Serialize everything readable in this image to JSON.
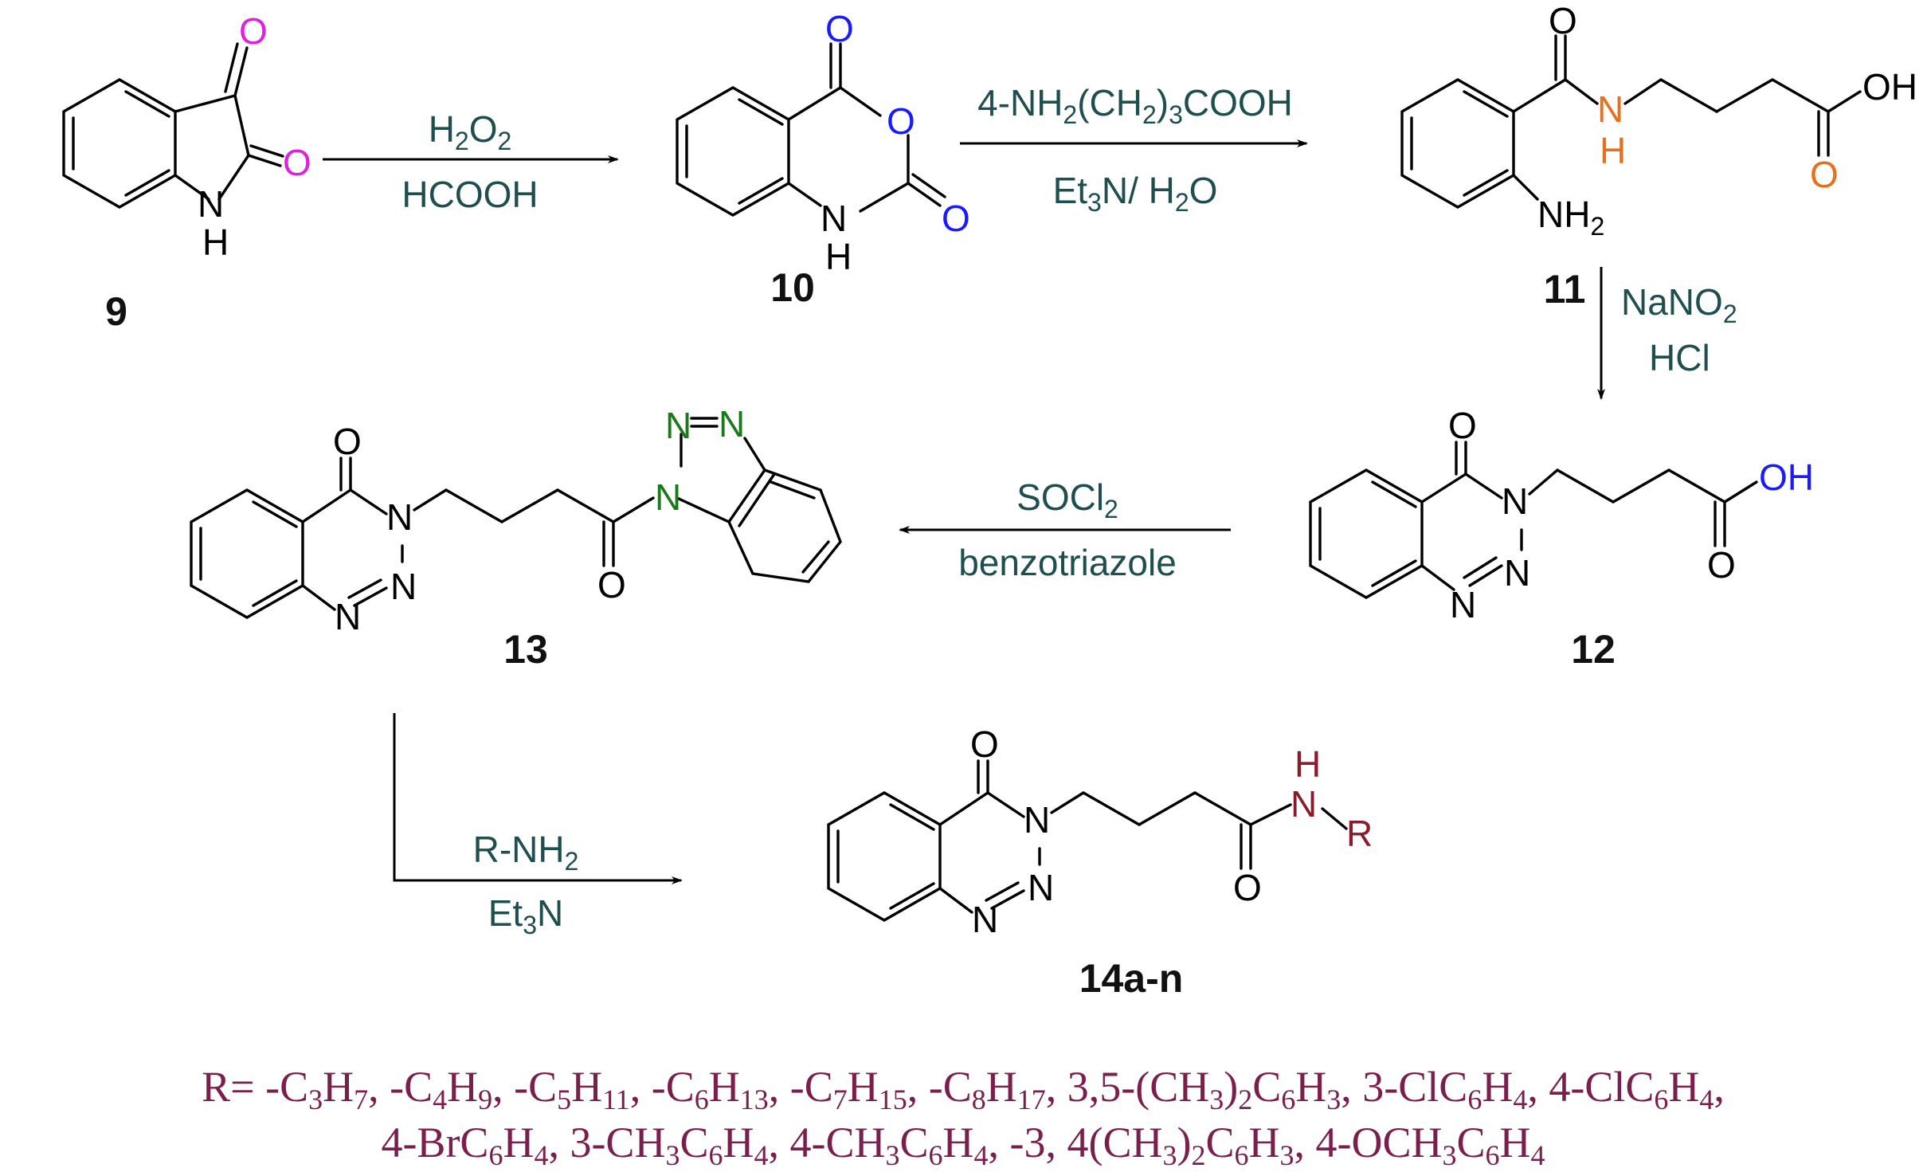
{
  "compounds": {
    "c9": {
      "label": "9"
    },
    "c10": {
      "label": "10"
    },
    "c11": {
      "label": "11"
    },
    "c12": {
      "label": "12"
    },
    "c13": {
      "label": "13"
    },
    "c14": {
      "label": "14a-n"
    }
  },
  "steps": {
    "s1": {
      "line1": "H2O2",
      "line2": "HCOOH"
    },
    "s2": {
      "line1": "4-NH2(CH2)3COOH",
      "line2": "Et3N/ H2O"
    },
    "s3": {
      "line1": "NaNO2",
      "line2": "HCl"
    },
    "s4": {
      "line1": "SOCl2",
      "line2": "benzotriazole"
    },
    "s5": {
      "line1": "R-NH2",
      "line2": "Et3N"
    }
  },
  "r_groups": {
    "line1": "R= -C3H7, -C4H9, -C5H11, -C6H13, -C7H15, -C8H17, 3,5-(CH3)2C6H3, 3-ClC6H4, 4-ClC6H4,",
    "line2": "4-BrC6H4, 3-CH3C6H4, 4-CH3C6H4, -3, 4(CH3)2C6H3, 4-OCH3C6H4"
  },
  "colors": {
    "magenta": "#e020e0",
    "blue": "#1a1aff",
    "orange": "#e8701a",
    "green": "#1a7a1a",
    "maroon": "#8b1a2a",
    "teal": "#1f4e4e",
    "r_text": "#7a1e4c"
  }
}
